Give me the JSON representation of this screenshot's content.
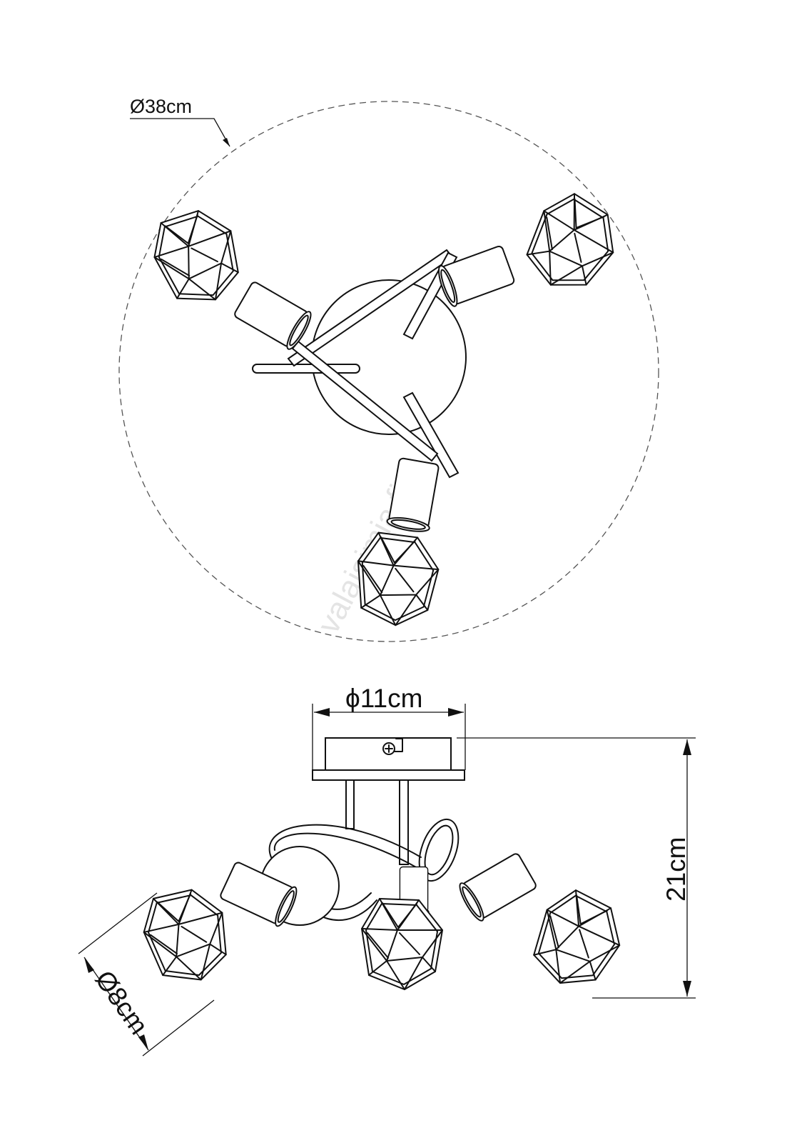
{
  "dimensions": {
    "overall_diameter": "Ø38cm",
    "canopy_diameter": "ϕ11cm",
    "height": "21cm",
    "shade_diameter": "Ø8cm"
  },
  "watermark": "valaisimia.fi"
}
